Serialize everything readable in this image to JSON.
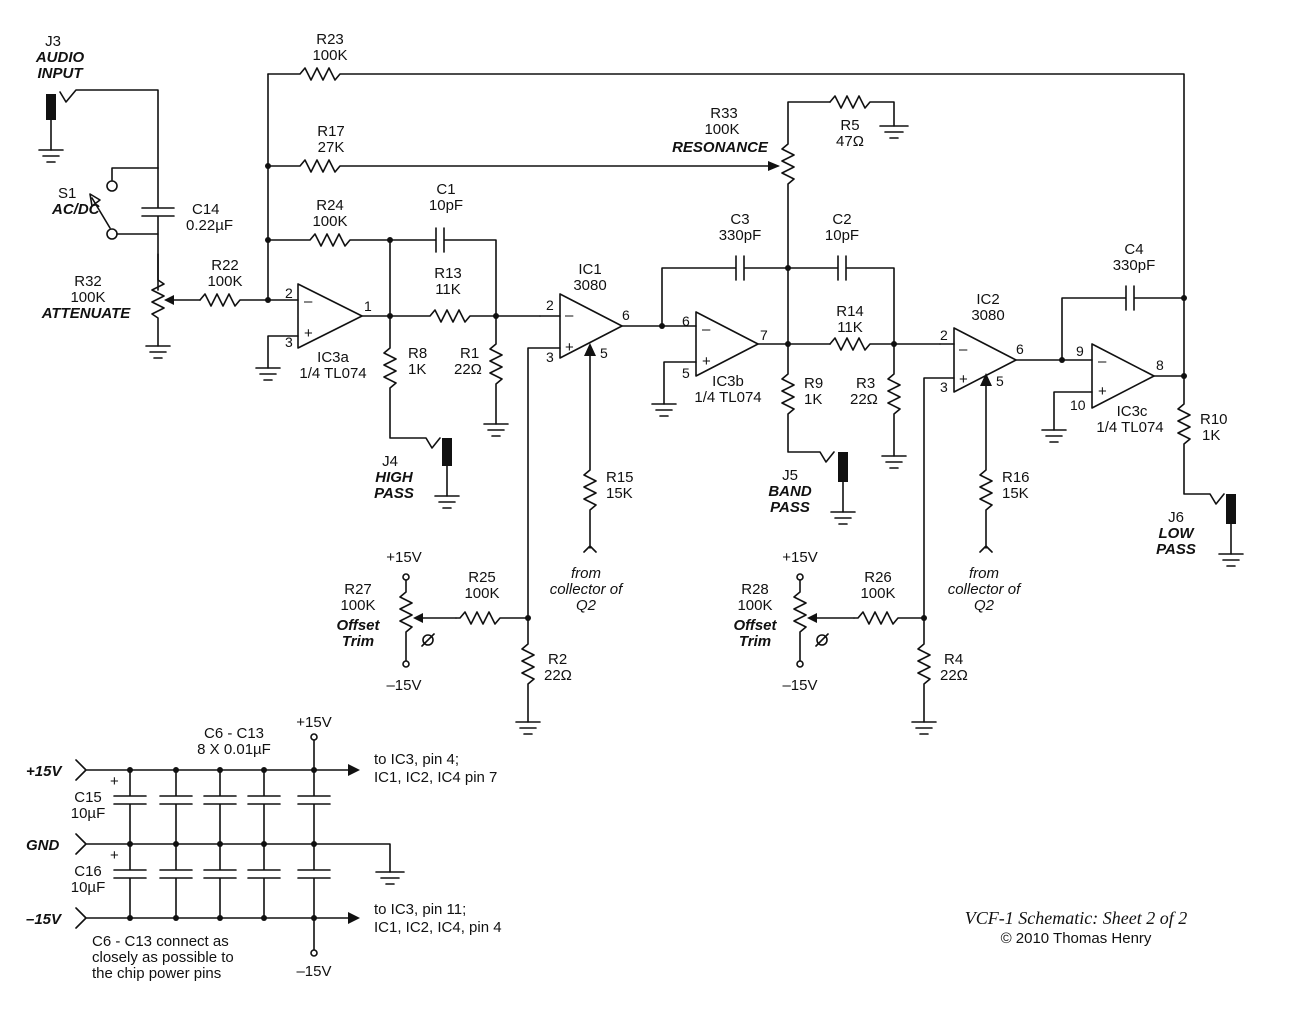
{
  "jacks": {
    "j3": {
      "ref": "J3",
      "l1": "AUDIO",
      "l2": "INPUT"
    },
    "j4": {
      "ref": "J4",
      "l1": "HIGH",
      "l2": "PASS"
    },
    "j5": {
      "ref": "J5",
      "l1": "BAND",
      "l2": "PASS"
    },
    "j6": {
      "ref": "J6",
      "l1": "LOW",
      "l2": "PASS"
    }
  },
  "switch": {
    "ref": "S1",
    "name": "AC/DC"
  },
  "resistors": {
    "r23": {
      "ref": "R23",
      "value": "100K"
    },
    "r17": {
      "ref": "R17",
      "value": "27K"
    },
    "r24": {
      "ref": "R24",
      "value": "100K"
    },
    "r22": {
      "ref": "R22",
      "value": "100K"
    },
    "r13": {
      "ref": "R13",
      "value": "11K"
    },
    "r8": {
      "ref": "R8",
      "value": "1K"
    },
    "r1": {
      "ref": "R1",
      "value": "22Ω"
    },
    "r5": {
      "ref": "R5",
      "value": "47Ω"
    },
    "r14": {
      "ref": "R14",
      "value": "11K"
    },
    "r9": {
      "ref": "R9",
      "value": "1K"
    },
    "r3": {
      "ref": "R3",
      "value": "22Ω"
    },
    "r10": {
      "ref": "R10",
      "value": "1K"
    },
    "r15": {
      "ref": "R15",
      "value": "15K"
    },
    "r16": {
      "ref": "R16",
      "value": "15K"
    },
    "r25": {
      "ref": "R25",
      "value": "100K"
    },
    "r26": {
      "ref": "R26",
      "value": "100K"
    },
    "r2": {
      "ref": "R2",
      "value": "22Ω"
    },
    "r4": {
      "ref": "R4",
      "value": "22Ω"
    }
  },
  "pots": {
    "r32": {
      "ref": "R32",
      "value": "100K",
      "name": "ATTENUATE"
    },
    "r33": {
      "ref": "R33",
      "value": "100K",
      "name": "RESONANCE"
    },
    "r27": {
      "ref": "R27",
      "value": "100K",
      "name1": "Offset",
      "name2": "Trim"
    },
    "r28": {
      "ref": "R28",
      "value": "100K",
      "name1": "Offset",
      "name2": "Trim"
    }
  },
  "capacitors": {
    "c14": {
      "ref": "C14",
      "value": "0.22µF"
    },
    "c1": {
      "ref": "C1",
      "value": "10pF"
    },
    "c3": {
      "ref": "C3",
      "value": "330pF"
    },
    "c2": {
      "ref": "C2",
      "value": "10pF"
    },
    "c4": {
      "ref": "C4",
      "value": "330pF"
    },
    "c15": {
      "ref": "C15",
      "value": "10µF"
    },
    "c16": {
      "ref": "C16",
      "value": "10µF"
    },
    "c6c13": {
      "ref": "C6 - C13",
      "value": "8 X 0.01µF"
    }
  },
  "ics": {
    "ic3a": {
      "ref": "IC3a",
      "part": "1/4 TL074"
    },
    "ic3b": {
      "ref": "IC3b",
      "part": "1/4 TL074"
    },
    "ic3c": {
      "ref": "IC3c",
      "part": "1/4 TL074"
    },
    "ic1": {
      "ref": "IC1",
      "part": "3080"
    },
    "ic2": {
      "ref": "IC2",
      "part": "3080"
    }
  },
  "pins": {
    "ic3a": [
      "2",
      "3",
      "1"
    ],
    "ic1": [
      "2",
      "3",
      "6",
      "5"
    ],
    "ic3b": [
      "6",
      "5",
      "7"
    ],
    "ic2": [
      "2",
      "3",
      "6",
      "5"
    ],
    "ic3c": [
      "9",
      "10",
      "8"
    ]
  },
  "signs": {
    "minus": "–",
    "plus": "+"
  },
  "notes": {
    "from1": "from",
    "from2": "collector of",
    "from3": "Q2",
    "plus15": "+15V",
    "minus15": "–15V"
  },
  "power": {
    "rail_pos": "+15V",
    "rail_gnd": "GND",
    "rail_neg": "–15V",
    "to_pos_1": "to IC3, pin 4;",
    "to_pos_2": "IC1, IC2, IC4 pin 7",
    "to_neg_1": "to IC3, pin 11;",
    "to_neg_2": "IC1, IC2, IC4, pin 4",
    "note1": "C6 - C13 connect as",
    "note2": "closely as possible to",
    "note3": "the chip power pins",
    "pos_label": "+15V",
    "neg_label": "–15V"
  },
  "footer": {
    "title": "VCF-1 Schematic: Sheet 2 of 2",
    "copyright": "© 2010  Thomas Henry"
  }
}
